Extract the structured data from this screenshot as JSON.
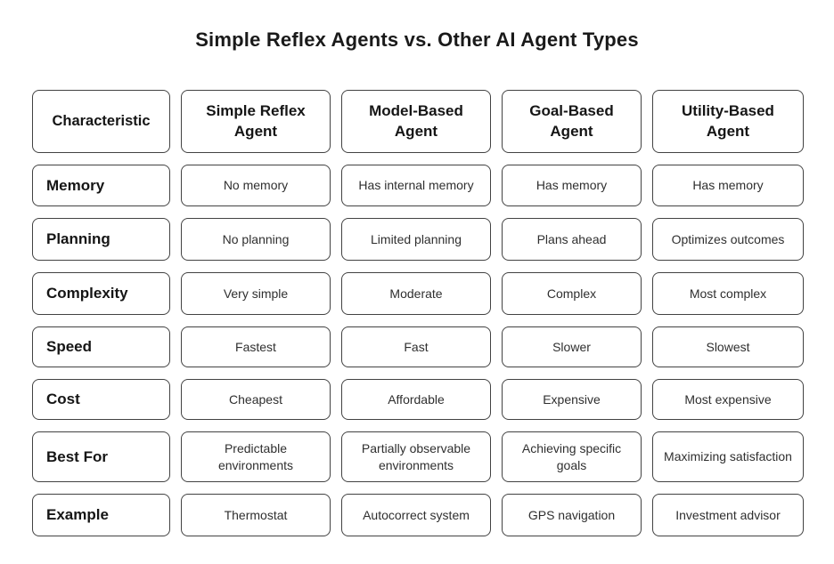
{
  "title": "Simple Reflex Agents vs. Other AI Agent Types",
  "table": {
    "corner_label": "Characteristic",
    "columns": [
      "Simple Reflex Agent",
      "Model-Based Agent",
      "Goal-Based Agent",
      "Utility-Based Agent"
    ],
    "rows": [
      {
        "label": "Memory",
        "values": [
          "No memory",
          "Has internal memory",
          "Has memory",
          "Has memory"
        ]
      },
      {
        "label": "Planning",
        "values": [
          "No planning",
          "Limited planning",
          "Plans ahead",
          "Optimizes outcomes"
        ]
      },
      {
        "label": "Complexity",
        "values": [
          "Very simple",
          "Moderate",
          "Complex",
          "Most complex"
        ]
      },
      {
        "label": "Speed",
        "values": [
          "Fastest",
          "Fast",
          "Slower",
          "Slowest"
        ]
      },
      {
        "label": "Cost",
        "values": [
          "Cheapest",
          "Affordable",
          "Expensive",
          "Most expensive"
        ]
      },
      {
        "label": "Best For",
        "values": [
          "Predictable environments",
          "Partially observable environments",
          "Achieving specific goals",
          "Maximizing satisfaction"
        ]
      },
      {
        "label": "Example",
        "values": [
          "Thermostat",
          "Autocorrect system",
          "GPS navigation",
          "Investment advisor"
        ]
      }
    ]
  },
  "colors": {
    "background": "#ffffff",
    "box_border": "#424242",
    "title_text": "#1a1a1a",
    "label_text": "#151515",
    "value_text": "#2f2f2f"
  }
}
